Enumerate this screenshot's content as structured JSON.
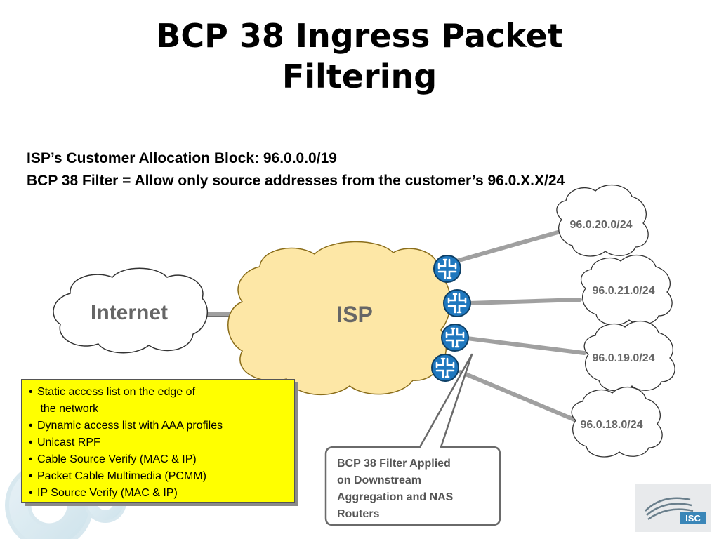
{
  "title": {
    "line1": "BCP 38 Ingress Packet",
    "line2": "Filtering"
  },
  "subtitle": {
    "line1": "ISP’s Customer Allocation Block: 96.0.0.0/19",
    "line2": "BCP 38 Filter = Allow only source addresses from the customer’s 96.0.X.X/24"
  },
  "clouds": {
    "internet": "Internet",
    "isp": "ISP",
    "customers": [
      "96.0.20.0/24",
      "96.0.21.0/24",
      "96.0.19.0/24",
      "96.0.18.0/24"
    ]
  },
  "bullets": [
    "Static access list on the edge of\n the network",
    "Dynamic access list with AAA profiles",
    "Unicast RPF",
    "Cable Source Verify (MAC & IP)",
    "Packet Cable Multimedia (PCMM)",
    "IP Source Verify (MAC & IP)"
  ],
  "callout": "BCP 38 Filter Applied\non Downstream\nAggregation and NAS\nRouters",
  "logo": {
    "text": "ISC"
  },
  "colors": {
    "isp_cloud_fill": "#fde7a6",
    "isp_cloud_stroke": "#8a6d1a",
    "router_fill": "#1f78bf",
    "bullet_box": "#ffff00",
    "link_gray": "#a0a0a0",
    "callout_text": "#555555"
  },
  "icons": [
    "router-icon",
    "isc-logo-icon"
  ]
}
